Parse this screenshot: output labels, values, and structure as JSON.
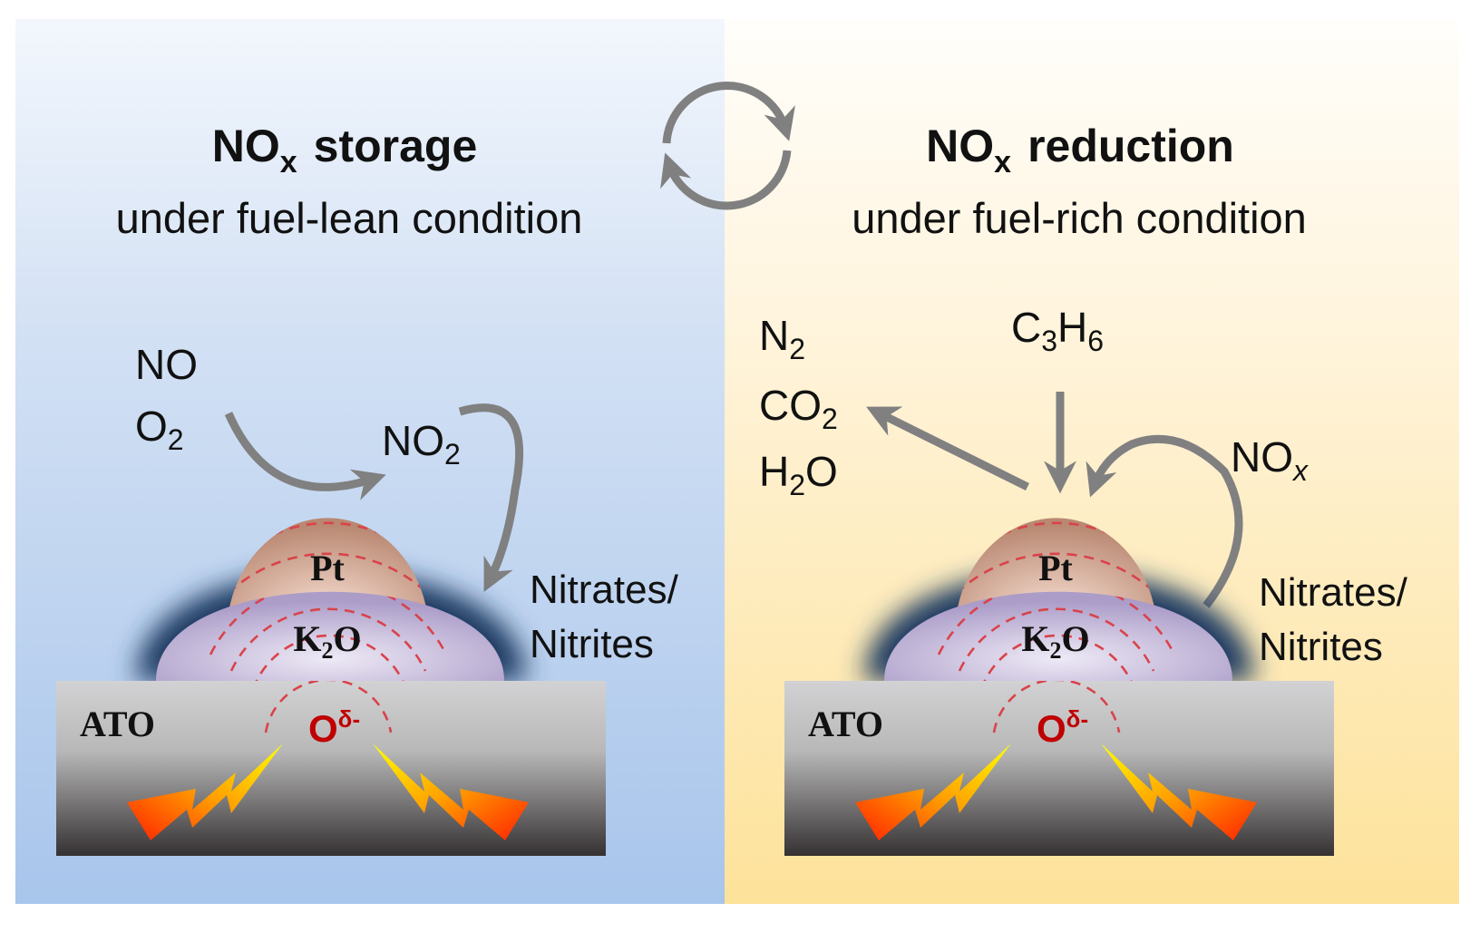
{
  "left_panel": {
    "title": {
      "main": "NO",
      "sub": "x",
      "rest": "storage"
    },
    "subtitle": "under fuel-lean condition",
    "reactants": [
      {
        "main": "NO",
        "sub": ""
      },
      {
        "main": "O",
        "sub": "2"
      }
    ],
    "product": {
      "main": "NO",
      "sub": "2"
    },
    "stored": [
      "Nitrates/",
      "Nitrites"
    ]
  },
  "right_panel": {
    "title": {
      "main": "NO",
      "sub": "x",
      "rest": "reduction"
    },
    "subtitle": "under fuel-rich condition",
    "products": [
      {
        "main": "N",
        "sub": "2",
        "tail": ""
      },
      {
        "main": "CO",
        "sub": "2",
        "tail": ""
      },
      {
        "main": "H",
        "sub": "2",
        "tail": "O"
      }
    ],
    "reductant": {
      "a": "C",
      "s1": "3",
      "b": "H",
      "s2": "6"
    },
    "released": {
      "main": "NO",
      "sub": "x"
    },
    "stored": [
      "Nitrates/",
      "Nitrites"
    ]
  },
  "catalyst": {
    "metal": "Pt",
    "storage": {
      "main": "K",
      "sub": "2",
      "tail": "O"
    },
    "support": "ATO",
    "oxygen": {
      "main": "O",
      "sup": "δ-"
    }
  },
  "colors": {
    "lean_bg": "#aac7ec",
    "rich_bg": "#fde39c",
    "arrow": "#808080",
    "oxygen": "#c00000"
  },
  "icons": {
    "cycle": "cycle-arrows-icon",
    "light": "lightning-bolt-icon"
  }
}
